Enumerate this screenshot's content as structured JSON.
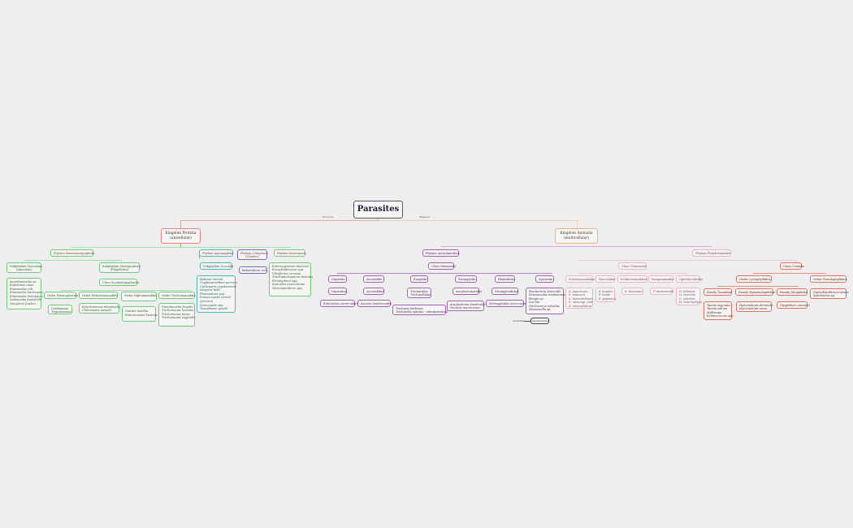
{
  "title": "Parasites",
  "edge_labels": {
    "left": "Protozoa",
    "right": "Metazoa"
  },
  "colors": {
    "protista_green": "#6fcb7a",
    "teal": "#4fb9b0",
    "blue": "#6f6fb0",
    "purple": "#a760b8",
    "pink": "#ebb4cb",
    "red": "#e07060",
    "kingdom_protista": "#e88080",
    "kingdom_animalia": "#f0b080",
    "background": "#efeeee"
  },
  "protista": {
    "kingdom": "Kingdom Protista\n(unicellular)",
    "sarcomastigophora": {
      "phylum": "Phylum Sarcomastigophora",
      "sarcodina": {
        "label": "Subphylum Sarcodina\n(Amoebas)",
        "species": "Acanthamoeba sp.\nEndolimax nana\nEntamoeba coli\nEntamoeba hartmanni\nEntamoeba histolytica\nIodamoeba buetschlii\nNaegleria fowleri"
      },
      "mastigophora": {
        "label": "Subphylum Mastigophora\n(Flagellates)",
        "class": "Class Zoomastigophorea",
        "orders": [
          {
            "label": "Order Kinetoplastida",
            "species": "Leishmania\nTrypanosoma"
          },
          {
            "label": "Order Retortamonadida",
            "species": "Retortamonas intestinalis\nChilomastix mesnili"
          },
          {
            "label": "Order Diplomonadida",
            "species": "Giardia lamblia\nEnteromonas hominis"
          },
          {
            "label": "Order Trichomonadida",
            "species": "Dientamoeba fragilis\nTrichomonas hominis\nTrichomonas tenax\nTrichomonas vaginalis"
          }
        ]
      }
    },
    "apicomplexa": {
      "phylum": "Phylum Apicomplexa",
      "subphylum": "Subphylum Coccidia",
      "species": "Babesia microti\nCryptosporidium parvum\nCyclospora cayetanensis\nIsospora belli\nPlasmodium spp.\nPneumocystis carinii\n(jiroveci)\nSarcocystis spp.\nToxoplasma gondii"
    },
    "ciliophora": {
      "phylum": "Phylum Ciliophora\n(Ciliates)",
      "species": "Balantidium coli"
    },
    "microspora": {
      "phylum": "Phylum Microspora",
      "species": "Enterocytozoon bieneusi\nEncephalitozoon spp.\nVittaforma corneae\nTrachipleistophora hominis\nPleistophora spp.\nAnncaliia vesicularum\nMicrosporidium spp."
    }
  },
  "animalia": {
    "kingdom": "Kingdom Animalia\n(multicellular)",
    "aschelminthes": {
      "phylum": "Phylum Aschelminthes",
      "class": "Class Nematoda",
      "orders": [
        {
          "label": "Oxyurida",
          "family": "Oxyuridae",
          "species": "Enterobius vermicularis"
        },
        {
          "label": "Ascaridida",
          "family": "Ascarididae",
          "species": "Ascaris lumbricoides"
        },
        {
          "label": "Enoplida",
          "family": "Trichuridae\nTrichinellidae",
          "species": "Trichuris trichiura\nTrichinella spiralis - extraintestinal"
        },
        {
          "label": "Strongylida",
          "family": "Ancylostomatidae",
          "species": "Ancylostoma duodenale\nNecator americanus"
        },
        {
          "label": "Rhabditida",
          "family": "Strongyloididae",
          "species": "Strongyloides stercoralis"
        },
        {
          "label": "Spirurida",
          "species": "Wuchereria bancrofti\nDracunculus medinensis\nBrugia sp.\nLoa loa\nOnchocerca volvulus\nMansonella sp."
        }
      ],
      "legend": {
        "left": "intestinal",
        "right": "extraintestinal"
      }
    },
    "platyhelminthes": {
      "phylum": "Phylum Platyhelminthes",
      "trematoda": {
        "class": "Class Trematoda",
        "families": [
          {
            "label": "Schistosomatidae",
            "species": "S. japonicum,\nS. mansoni,\nS. haematobium,\nS. mekongi, and\nS. intercalatum"
          },
          {
            "label": "Fasciolidae",
            "species": "F. hepatic\nF. buski\nF. gigantica"
          },
          {
            "label": "Echinostomatidae",
            "species": "E. ilocanum"
          },
          {
            "label": "Paragonimidae",
            "species": "P. westermani"
          },
          {
            "label": "Opisthorchiidae",
            "species": "O. felineus\nO. viverrini\nC. sinensis\nH. heterophyes"
          }
        ]
      },
      "cestoda": {
        "class": "Class Cestoda",
        "cyclophyllidea": {
          "label": "Order Cyclophyllidea",
          "families": [
            {
              "label": "Family Taeniidae",
              "species": "Taenia saginata\nTaenia solium\nMulticeps\nEchinococcus spp."
            },
            {
              "label": "Family Hymenolepididae",
              "species": "Hymenolepis diminuta\nHymenolepis nana"
            },
            {
              "label": "Family Dilepididae",
              "species": "Dipylidium caninum"
            }
          ]
        },
        "pseudophyllidea": {
          "label": "Order Pseudophyllidea",
          "species": "Diphyllobothrium latum\nSpirometra sp."
        }
      }
    }
  }
}
